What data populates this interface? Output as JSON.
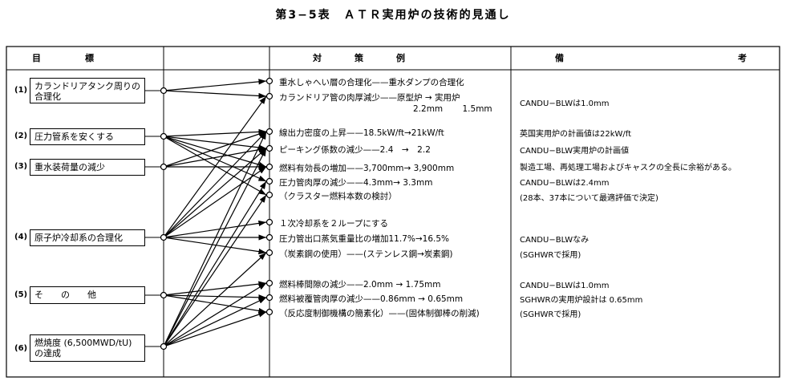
{
  "title": "第3−5表　ＡＴＲ実用炉の技術的見通し",
  "headers": {
    "goal": "目　　　　　標",
    "measures": "対　　　策　　　例",
    "remarks_a": "備",
    "remarks_b": "考"
  },
  "goals": [
    {
      "num": "(1)",
      "label": "カランドリアタンク周りの合理化"
    },
    {
      "num": "(2)",
      "label": "圧力管系を安くする"
    },
    {
      "num": "(3)",
      "label": "重水装荷量の減少"
    },
    {
      "num": "(4)",
      "label": "原子炉冷却系の合理化"
    },
    {
      "num": "(5)",
      "label": "そ　　の　　他"
    },
    {
      "num": "(6)",
      "label": "燃焼度 (6,500MWD/tU)の達成"
    }
  ],
  "measures": [
    "重水しゃへい層の合理化——重水ダンプの合理化",
    "カランドリア管の肉厚減少——原型炉 → 実用炉",
    "線出力密度の上昇——18.5kW/ft→21kW/ft",
    "ピーキング係数の減少——2.4　→　2.2",
    "燃料有効長の増加——3,700mm→ 3,900mm",
    "圧力管肉厚の減少——4.3mm→ 3.3mm",
    "（クラスター燃料本数の検討）",
    "１次冷却系を２ループにする",
    "圧力管出口蒸気重量比の増加11.7%→16.5%",
    "（炭素鋼の使用）——(ステンレス鋼→炭素鋼)",
    "燃料棒間隙の減少——2.0mm → 1.75mm",
    "燃料被覆管肉厚の減少——0.86mm → 0.65mm",
    "（反応度制御機構の簡素化）——(固体制御棒の削減)"
  ],
  "measure1_sub": "2.2mm　　 1.5mm",
  "remarks": [
    "CANDU−BLWは1.0mm",
    "英国実用炉の計画値は22kW/ft",
    "CANDU−BLW実用炉の計画値",
    "製造工場、再処理工場およびキャスクの全長に余裕がある。",
    "CANDU−BLWは2.4mm",
    "(28本、37本について最適評価で決定)",
    "CANDU−BLWなみ",
    "(SGHWRで採用)",
    "CANDU−BLWは1.0mm",
    "SGHWRの実用炉設計は 0.65mm",
    "(SGHWRで採用)"
  ],
  "connections": [
    [
      0,
      0
    ],
    [
      0,
      1
    ],
    [
      1,
      2
    ],
    [
      1,
      3
    ],
    [
      1,
      4
    ],
    [
      1,
      5
    ],
    [
      1,
      6
    ],
    [
      2,
      2
    ],
    [
      2,
      3
    ],
    [
      2,
      4
    ],
    [
      3,
      1
    ],
    [
      3,
      2
    ],
    [
      3,
      3
    ],
    [
      3,
      4
    ],
    [
      3,
      7
    ],
    [
      3,
      8
    ],
    [
      3,
      9
    ],
    [
      4,
      10
    ],
    [
      4,
      11
    ],
    [
      4,
      12
    ],
    [
      5,
      2
    ],
    [
      5,
      3
    ],
    [
      5,
      5
    ],
    [
      5,
      6
    ],
    [
      5,
      9
    ],
    [
      5,
      10
    ],
    [
      5,
      11
    ],
    [
      5,
      12
    ]
  ]
}
